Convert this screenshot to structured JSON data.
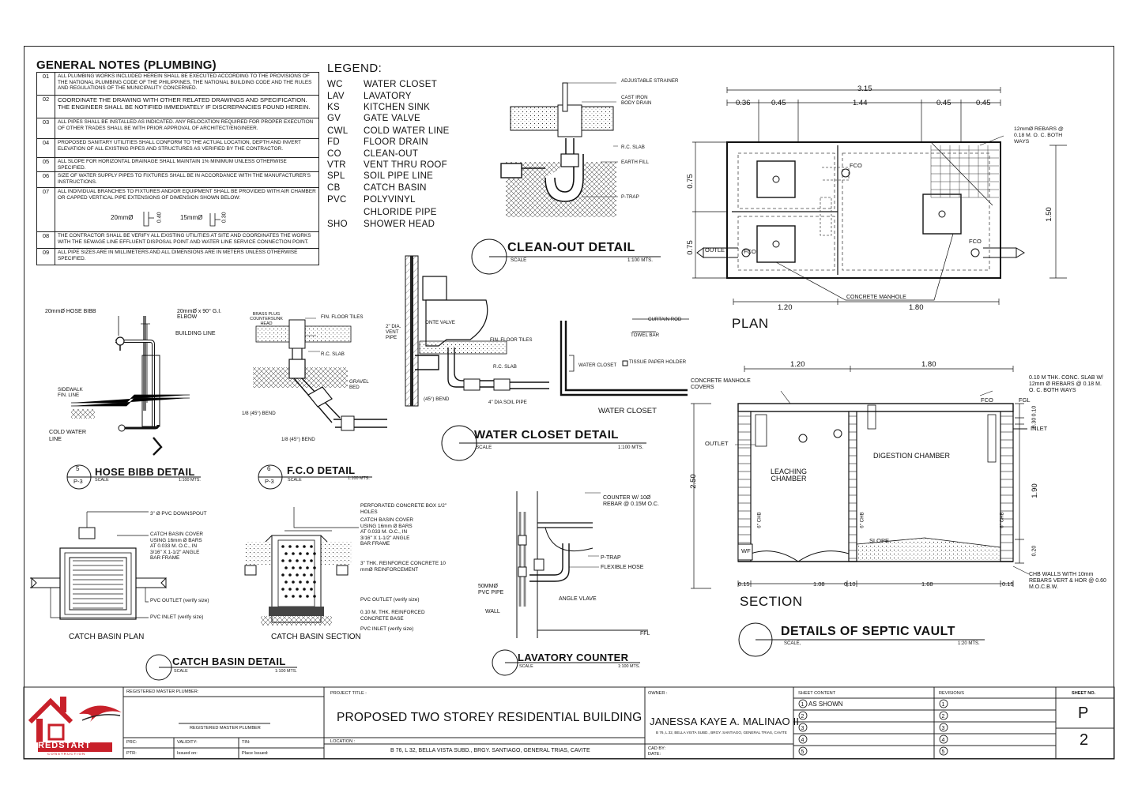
{
  "general_notes": {
    "title": "GENERAL NOTES (PLUMBING)",
    "items": [
      {
        "num": "01",
        "text": "ALL PLUMBING WORKS INCLUDED HEREIN SHALL BE EXECUTED ACCORDING TO THE PROVISIONS OF THE NATIONAL PLUMBING CODE OF THE PHILIPPINES, THE NATIONAL BUILDING CODE AND THE RULES AND REGULATIONS OF THE MUNICIPALITY CONCERNED."
      },
      {
        "num": "02",
        "text": "COORDINATE THE DRAWING WITH OTHER RELATED DRAWINGS AND SPECIFICATION. THE ENGINEER SHALL BE NOTIFIED IMMEDIATELY IF DISCREPANCIES FOUND HEREIN."
      },
      {
        "num": "03",
        "text": "ALL PIPES SHALL BE INSTALLED AS INDICATED. ANY RELOCATION REQUIRED FOR PROPER EXECUTION OF OTHER TRADES SHALL BE WITH PRIOR APPROVAL OF ARCHITECT/ENGINEER."
      },
      {
        "num": "04",
        "text": "PROPOSED SANITARY UTILITIES SHALL CONFORM TO THE ACTUAL LOCATION, DEPTH AND INVERT ELEVATION OF ALL EXISTING PIPES AND STRUCTURES AS VERIFIED BY THE CONTRACTOR."
      },
      {
        "num": "05",
        "text": "ALL SLOPE FOR HORIZONTAL DRAINAGE SHALL MAINTAIN 1% MINIMUM UNLESS OTHERWISE SPECIFIED."
      },
      {
        "num": "06",
        "text": "SIZE OF WATER SUPPLY PIPES TO FIXTURES SHALL BE IN ACCORDANCE WITH THE MANUFACTURER'S INSTRUCTIONS."
      },
      {
        "num": "07",
        "text": "ALL INDIVIDUAL BRANCHES TO FIXTURES AND/OR EQUIPMENT SHALL BE PROVIDED WITH AIR CHAMBER OR CAPPED VERTICAL PIPE EXTENSIONS OF DIMENSION SHOWN BELOW:"
      },
      {
        "num": "08",
        "text": "THE CONTRACTOR SHALL BE VERIFY ALL EXISTING UTILITIES AT SITE AND COORDINATES THE WORKS WITH THE SEWAGE LINE EFFLUENT DISPOSAL POINT AND WATER LINE SERVICE CONNECTION POINT."
      },
      {
        "num": "09",
        "text": "ALL PIPE SIZES ARE IN MILLIMETERS AND ALL DIMENSIONS ARE IN METERS UNLESS OTHERWISE SPECIFIED."
      }
    ],
    "air_chamber": {
      "a_size": "20mmØ",
      "a_dim": "0.40",
      "b_size": "15mmØ",
      "b_dim": "0.30"
    }
  },
  "legend": {
    "title": "LEGEND:",
    "items": [
      {
        "code": "WC",
        "desc": "WATER CLOSET"
      },
      {
        "code": "LAV",
        "desc": "LAVATORY"
      },
      {
        "code": "KS",
        "desc": "KITCHEN SINK"
      },
      {
        "code": "GV",
        "desc": "GATE VALVE"
      },
      {
        "code": "CWL",
        "desc": "COLD WATER LINE"
      },
      {
        "code": "FD",
        "desc": "FLOOR DRAIN"
      },
      {
        "code": "CO",
        "desc": "CLEAN-OUT"
      },
      {
        "code": "VTR",
        "desc": "VENT THRU ROOF"
      },
      {
        "code": "SPL",
        "desc": "SOIL PIPE LINE"
      },
      {
        "code": "CB",
        "desc": "CATCH BASIN"
      },
      {
        "code": "PVC",
        "desc": "POLYVINYL"
      },
      {
        "code": "",
        "desc": "CHLORIDE PIPE"
      },
      {
        "code": "SHO",
        "desc": "SHOWER HEAD"
      }
    ]
  },
  "cleanout": {
    "title": "CLEAN-OUT DETAIL",
    "scale_label": "SCALE",
    "scale": "1:100 MTS.",
    "labels": {
      "strainer": "ADJUSTABLE STRAINER",
      "drain": "CAST IRON BODY DRAIN",
      "slab": "R.C. SLAB",
      "fill": "EARTH FILL",
      "trap": "P-TRAP"
    }
  },
  "water_closet": {
    "title": "WATER CLOSET DETAIL",
    "scale_label": "SCALE",
    "scale": "1:100 MTS.",
    "labels": {
      "vent": "2\" DIA. VENT PIPE",
      "valve": "ONTE VALVE",
      "tiles": "FIN. FLOOR TILES",
      "slab": "R.C. SLAB",
      "bend": "(45°) BEND",
      "soil": "4\" DIA SOIL PIPE",
      "curtain": "CURTAIN ROD",
      "towel": "TOWEL BAR",
      "wc": "WATER CLOSET",
      "tissue": "TISSUE PAPER HOLDER",
      "wc_caption": "WATER CLOSET"
    }
  },
  "hose_bibb": {
    "title": "HOSE BIBB DETAIL",
    "num": "5",
    "sheet": "P-3",
    "scale_label": "SCALE",
    "scale": "1:100 MTS.",
    "labels": {
      "bibb": "20mmØ HOSE BIBB",
      "elbow": "20mmØ x 90° G.I. ELBOW",
      "bldg": "BUILDING LINE",
      "sidewalk": "SIDEWALK FIN. LINE",
      "cwl": "COLD WATER LINE"
    }
  },
  "fco": {
    "title": "F.C.O DETAIL",
    "num": "6",
    "sheet": "P-3",
    "scale_label": "SCALE",
    "scale": "1:100 MTS.",
    "labels": {
      "plug": "BRASS PLUG COUNTERSUNK HEAD",
      "tiles": "FIN. FLOOR TILES",
      "slab": "R.C. SLAB",
      "gravel": "GRAVEL BED",
      "bend1": "1/8 (45°) BEND",
      "bend2": "1/8 (45°) BEND"
    }
  },
  "catch_basin": {
    "title": "CATCH BASIN DETAIL",
    "scale_label": "SCALE",
    "scale": "1:100 MTS.",
    "plan_caption": "CATCH BASIN PLAN",
    "section_caption": "CATCH BASIN SECTION",
    "plan_labels": {
      "downspout": "3\" Ø PVC DOWNSPOUT",
      "cover": "CATCH BASIN COVER USING 16mm Ø BARS AT 0.033 M. O.C., IN 3/16\" X 1-1/2\" ANGLE BAR FRAME",
      "outlet": "PVC OUTLET (verify size)",
      "inlet": "PVC INLET (verify size)"
    },
    "section_labels": {
      "box": "PERFORATED CONCRETE BOX 1/2\" HOLES",
      "cover": "CATCH BASIN COVER USING 16mm Ø BARS AT 0.033 M. O.C., IN 3/16\" X 1-1/2\" ANGLE BAR FRAME",
      "reinf": "3\" THK. REINFORCE CONCRETE 10 mmØ REINFORCEMENT",
      "outlet": "PVC OUTLET (verify size)",
      "base": "0.10 M. THK. REINFORCED CONCRETE BASE",
      "inlet": "PVC INLET (verify size)"
    }
  },
  "lavatory": {
    "title": "LAVATORY COUNTER",
    "scale_label": "SCALE",
    "scale": "1:100 MTS.",
    "labels": {
      "counter": "COUNTER W/ 10Ø REBAR @ 0.15M O.C.",
      "ptrap": "P-TRAP",
      "hose": "FLEXIBLE HOSE",
      "pipe": "50MMØ PVC PIPE",
      "valve": "ANGLE VLAVE",
      "wall": "WALL",
      "ffl": "FFL"
    }
  },
  "septic": {
    "title": "DETAILS OF SEPTIC VAULT",
    "scale_label": "SCALE,",
    "scale": "1:20 MTS.",
    "plan_caption": "PLAN",
    "section_caption": "SECTION",
    "plan": {
      "overall": "3.15",
      "top_dims": [
        "0.36",
        "0.45",
        "1.44",
        "0.45",
        "0.45"
      ],
      "left_dims": [
        "0.75",
        "0.75"
      ],
      "right_dim": "1.50",
      "bottom_dims": [
        "1.20",
        "1.80"
      ],
      "rebar": "12mmØ REBARS @ 0.18 M. O. C. BOTH WAYS",
      "fco": "FCO",
      "outlet": "OUTLET",
      "manhole": "CONCRETE MANHOLE"
    },
    "section": {
      "top_dims": [
        "1.20",
        "1.80"
      ],
      "manhole": "CONCRETE MANHOLE COVERS",
      "slab": "0.10 M THK. CONC. SLAB W/ 12mm Ø REBARS @ 0.18 M. O. C. BOTH WAYS",
      "fco": "FCO",
      "fgl": "FGL",
      "inlet": "INLET",
      "outlet": "OUTLET",
      "leach": "LEACHING CHAMBER",
      "digest": "DIGESTION CHAMBER",
      "slope": "SLOPE",
      "chb": "6\" CHB",
      "wf": "WF",
      "height": "2.50",
      "right_dims": [
        "0.30",
        "0.10",
        "1.90",
        "0.20"
      ],
      "bottom_dims": [
        "0.15",
        "1.08",
        "0.10",
        "1.68",
        "0.15"
      ],
      "walls": "CHB WALLS WITH 10mm REBARS VERT & HOR @ 0.60 M.O.C.B.W."
    }
  },
  "title_block": {
    "company": "REDSTART",
    "company_sub": "CONSTRUCTION",
    "plumber_label": "REGISTERED MASTER PLUMBER:",
    "plumber_line": "REGISTERED MASTER PLUMBER",
    "prc": "PRC:",
    "validity": "VALIDITY:",
    "tin": "TIN:",
    "ptr": "PTR:",
    "issued_on": "Issued on:",
    "place_issued": "Place Issued:",
    "project_label": "PROJECT TITLE :",
    "project": "PROPOSED TWO STOREY RESIDENTIAL BUILDING",
    "location_label": "LOCATION :",
    "location": "B 76, L 32, BELLA VISTA SUBD., BRGY. SANTIAGO, GENERAL TRIAS, CAVITE",
    "owner_label": "OWNER :",
    "owner": "JANESSA KAYE A. MALINAO II",
    "owner_addr": "B 76, L 32, BELLA VISTA SUBD., BRGY. SANTIAGO, GENERAL TRIAS, CAVITE",
    "cad_by": "CAD BY:",
    "date": "DATE:",
    "content_label": "SHEET CONTENT",
    "content_items": [
      "AS SHOWN",
      "",
      "",
      "",
      ""
    ],
    "revision_label": "REVISION/S",
    "sheet_label": "SHEET NO.",
    "sheet_letter": "P",
    "sheet_num": "2"
  }
}
